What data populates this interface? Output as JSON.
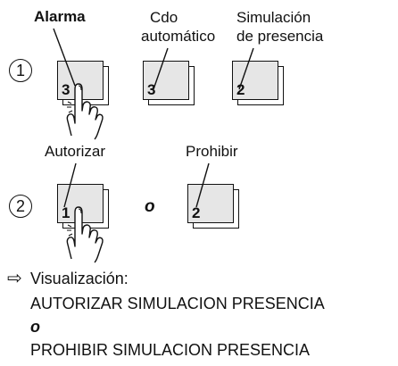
{
  "step1": {
    "number": "1",
    "labels": {
      "alarm": "Alarma",
      "auto_line1": "Cdo",
      "auto_line2": "automático",
      "sim_line1": "Simulación",
      "sim_line2": "de presencia"
    },
    "buttons": [
      "3",
      "3",
      "2"
    ]
  },
  "step2": {
    "number": "2",
    "labels": {
      "authorize": "Autorizar",
      "prohibit": "Prohibir"
    },
    "or": "o",
    "buttons": [
      "1",
      "2"
    ]
  },
  "display": {
    "arrow": "⇨",
    "label": "Visualización:",
    "line1": "AUTORIZAR SIMULACION PRESENCIA",
    "or": "o",
    "line2": "PROHIBIR SIMULACION PRESENCIA"
  },
  "icons": {
    "finger_hand": "pressing-hand-icon",
    "display_arrow": "right-arrow-icon"
  }
}
